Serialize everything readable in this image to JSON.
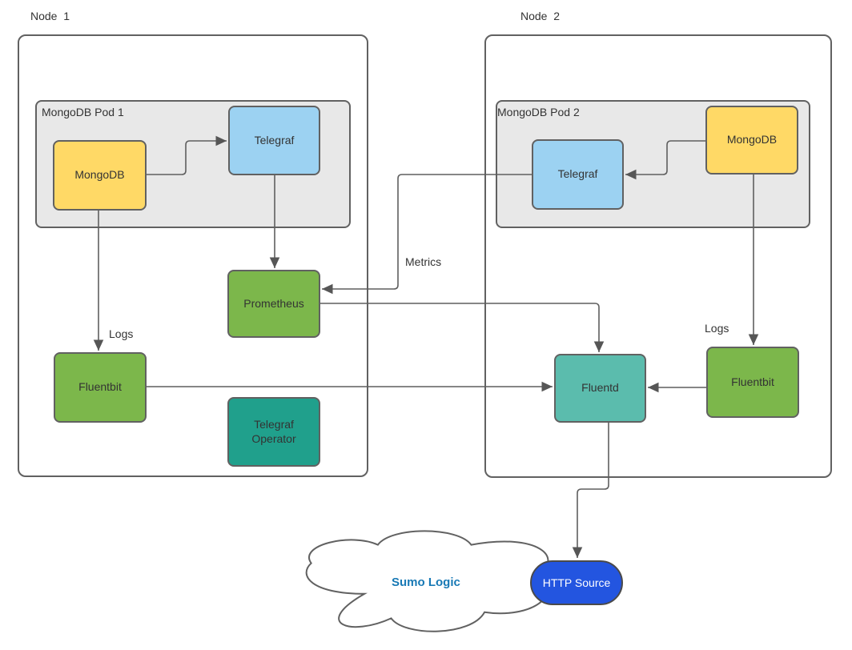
{
  "colors": {
    "stroke": "#616161",
    "text": "#333333",
    "pod_fill": "#e8e8e8",
    "mongodb_fill": "#ffd966",
    "telegraf_fill": "#9cd2f2",
    "green_fill": "#7cb74b",
    "telegraf_operator_fill": "#20a08c",
    "fluentd_fill": "#5bbcad",
    "http_source_fill": "#2355e0",
    "sumo_logic_text": "#1879b5"
  },
  "nodes": {
    "node1": {
      "label": "Node  1"
    },
    "node2": {
      "label": "Node  2"
    }
  },
  "pods": {
    "pod1": {
      "label": "MongoDB Pod 1"
    },
    "pod2": {
      "label": "MongoDB Pod 2"
    }
  },
  "shapes": {
    "mongodb1": {
      "label": "MongoDB"
    },
    "telegraf1": {
      "label": "Telegraf"
    },
    "prometheus": {
      "label": "Prometheus"
    },
    "fluentbit1": {
      "label": "Fluentbit"
    },
    "telegraf_operator": {
      "label": "Telegraf Operator"
    },
    "telegraf2": {
      "label": "Telegraf"
    },
    "mongodb2": {
      "label": "MongoDB"
    },
    "fluentd": {
      "label": "Fluentd"
    },
    "fluentbit2": {
      "label": "Fluentbit"
    },
    "sumo_logic": {
      "label": "Sumo Logic"
    },
    "http_source": {
      "label": "HTTP Source"
    }
  },
  "edge_labels": {
    "metrics": "Metrics",
    "logs_node1": "Logs",
    "logs_node2": "Logs"
  },
  "edges": [
    {
      "from": "mongodb1",
      "to": "telegraf1",
      "label": ""
    },
    {
      "from": "telegraf1",
      "to": "prometheus",
      "label": ""
    },
    {
      "from": "mongodb1",
      "to": "fluentbit1",
      "label": "Logs"
    },
    {
      "from": "telegraf2",
      "to": "prometheus",
      "label": "Metrics"
    },
    {
      "from": "mongodb2",
      "to": "telegraf2",
      "label": ""
    },
    {
      "from": "mongodb2",
      "to": "fluentbit2",
      "label": "Logs"
    },
    {
      "from": "prometheus",
      "to": "fluentd",
      "label": ""
    },
    {
      "from": "fluentbit1",
      "to": "fluentd",
      "label": ""
    },
    {
      "from": "fluentbit2",
      "to": "fluentd",
      "label": ""
    },
    {
      "from": "fluentd",
      "to": "http_source",
      "label": ""
    }
  ]
}
